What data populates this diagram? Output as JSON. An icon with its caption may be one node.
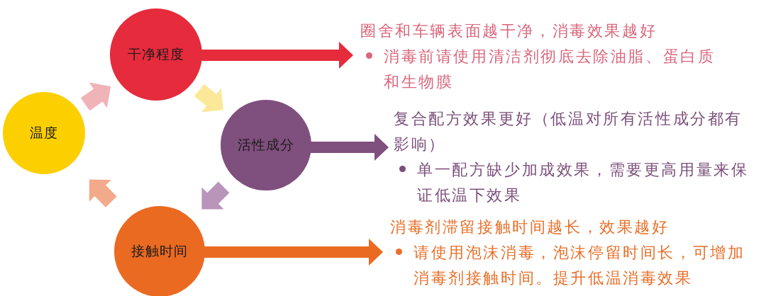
{
  "diagram": {
    "nodes": [
      {
        "text": [
          "温度"
        ]
      },
      {
        "text": [
          "干净程度"
        ]
      },
      {
        "text": [
          "活性成分"
        ]
      },
      {
        "text": [
          "接触时间"
        ]
      },
      {
        "text": [
          "圈舍和车辆表面越干净，消毒效果越好",
          "消毒前请使用清洁剂彻底去除油脂、蛋白质和生物膜"
        ]
      },
      {
        "text": [
          "复合配方效果更好（低温对所有活性成分都有影响）",
          "单一配方缺少加成效果，需要更高用量来保证低温下效果"
        ]
      },
      {
        "text": [
          "消毒剂滞留接触时间越长，效果越好",
          "请使用泡沫消毒，泡沫停留时间长，可增加消毒剂接触时间。提升低温消毒效果"
        ]
      }
    ],
    "edges": [
      {
        "from": 0,
        "to": 1,
        "arrow": "to",
        "color": "#f0b3b8"
      },
      {
        "from": 1,
        "to": 2,
        "arrow": "to",
        "color": "#fbe999"
      },
      {
        "from": 2,
        "to": 3,
        "arrow": "to",
        "color": "#b995b9"
      },
      {
        "from": 3,
        "to": 0,
        "arrow": "to",
        "color": "#f2aa8a"
      },
      {
        "from": 1,
        "to": 4,
        "arrow": "to",
        "color": "#e52b3c"
      },
      {
        "from": 2,
        "to": 5,
        "arrow": "to",
        "color": "#7f4f7d"
      },
      {
        "from": 3,
        "to": 6,
        "arrow": "to",
        "color": "#ea6a22"
      }
    ]
  }
}
